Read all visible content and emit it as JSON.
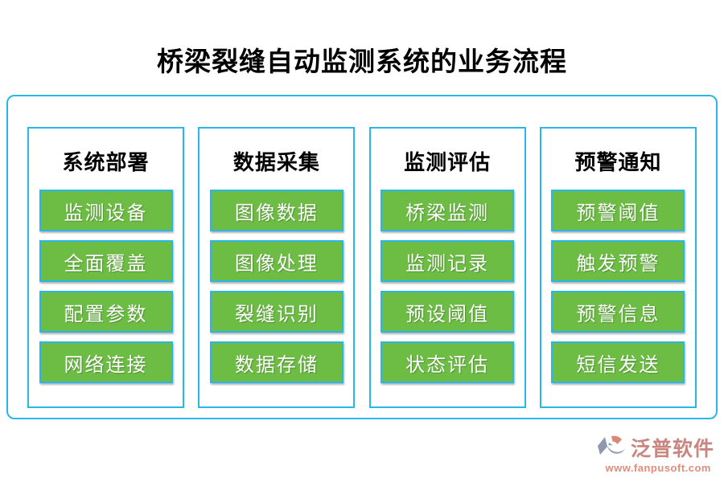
{
  "title": "桥梁裂缝自动监测系统的业务流程",
  "colors": {
    "accent_cyan": "#29b7e9",
    "node_green": "#6dbd45",
    "node_text": "#ffffff",
    "title_text": "#000000",
    "brand_rose": "#c98680",
    "brand_salmon": "#e08d7a",
    "brand_gray_blue": "#8e99ad"
  },
  "columns": [
    {
      "header": "系统部署",
      "items": [
        "监测设备",
        "全面覆盖",
        "配置参数",
        "网络连接"
      ]
    },
    {
      "header": "数据采集",
      "items": [
        "图像数据",
        "图像处理",
        "裂缝识别",
        "数据存储"
      ]
    },
    {
      "header": "监测评估",
      "items": [
        "桥梁监测",
        "监测记录",
        "预设阈值",
        "状态评估"
      ]
    },
    {
      "header": "预警通知",
      "items": [
        "预警阈值",
        "触发预警",
        "预警信息",
        "短信发送"
      ]
    }
  ],
  "footer": {
    "brand": "泛普软件",
    "url": "www.fanpusoft.com"
  }
}
